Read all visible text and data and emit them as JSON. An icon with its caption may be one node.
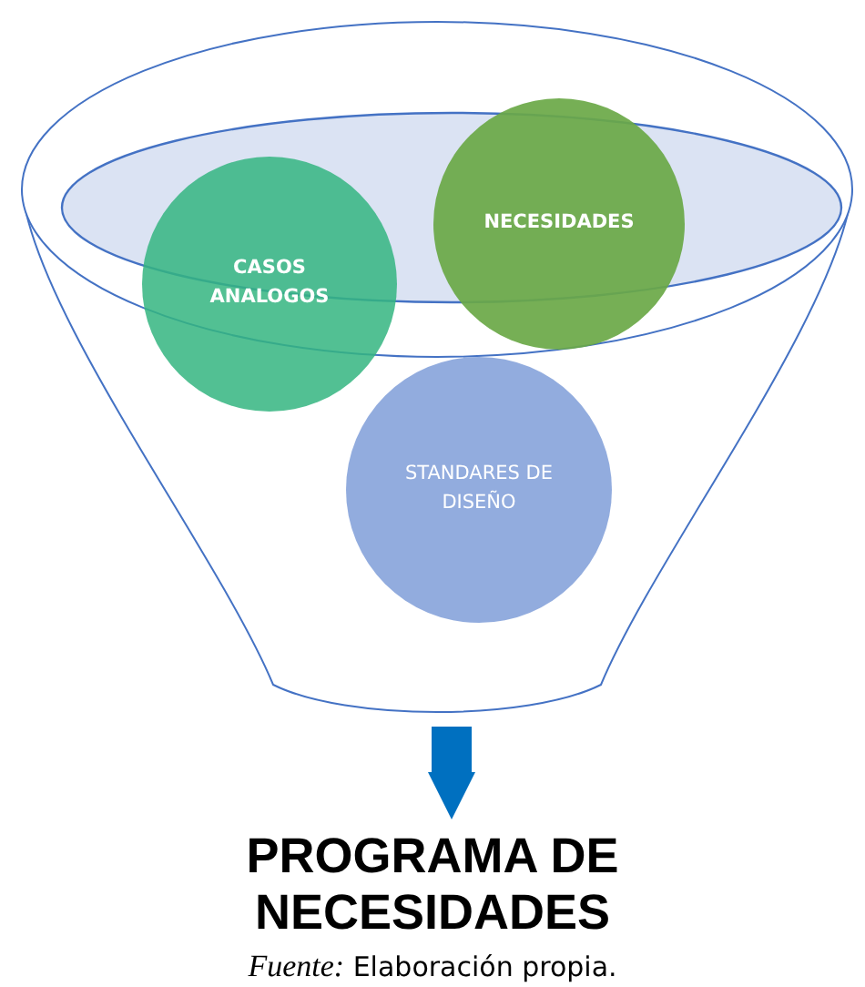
{
  "diagram": {
    "caption": "*Fuente:* Elaboración propia.",
    "nodes": [
      {
        "text": [],
        "shape": "funnel"
      },
      {
        "text": [
          "CASOS ANALOGOS"
        ]
      },
      {
        "text": [
          "NECESIDADES"
        ]
      },
      {
        "text": [
          "STANDARES DE DISEÑO"
        ],
        "in": 0
      },
      {
        "text": [
          "PROGRAMA DE NECESIDADES"
        ]
      }
    ],
    "edges": [
      {
        "from": 0,
        "to": 4,
        "arrow": "to"
      }
    ]
  }
}
